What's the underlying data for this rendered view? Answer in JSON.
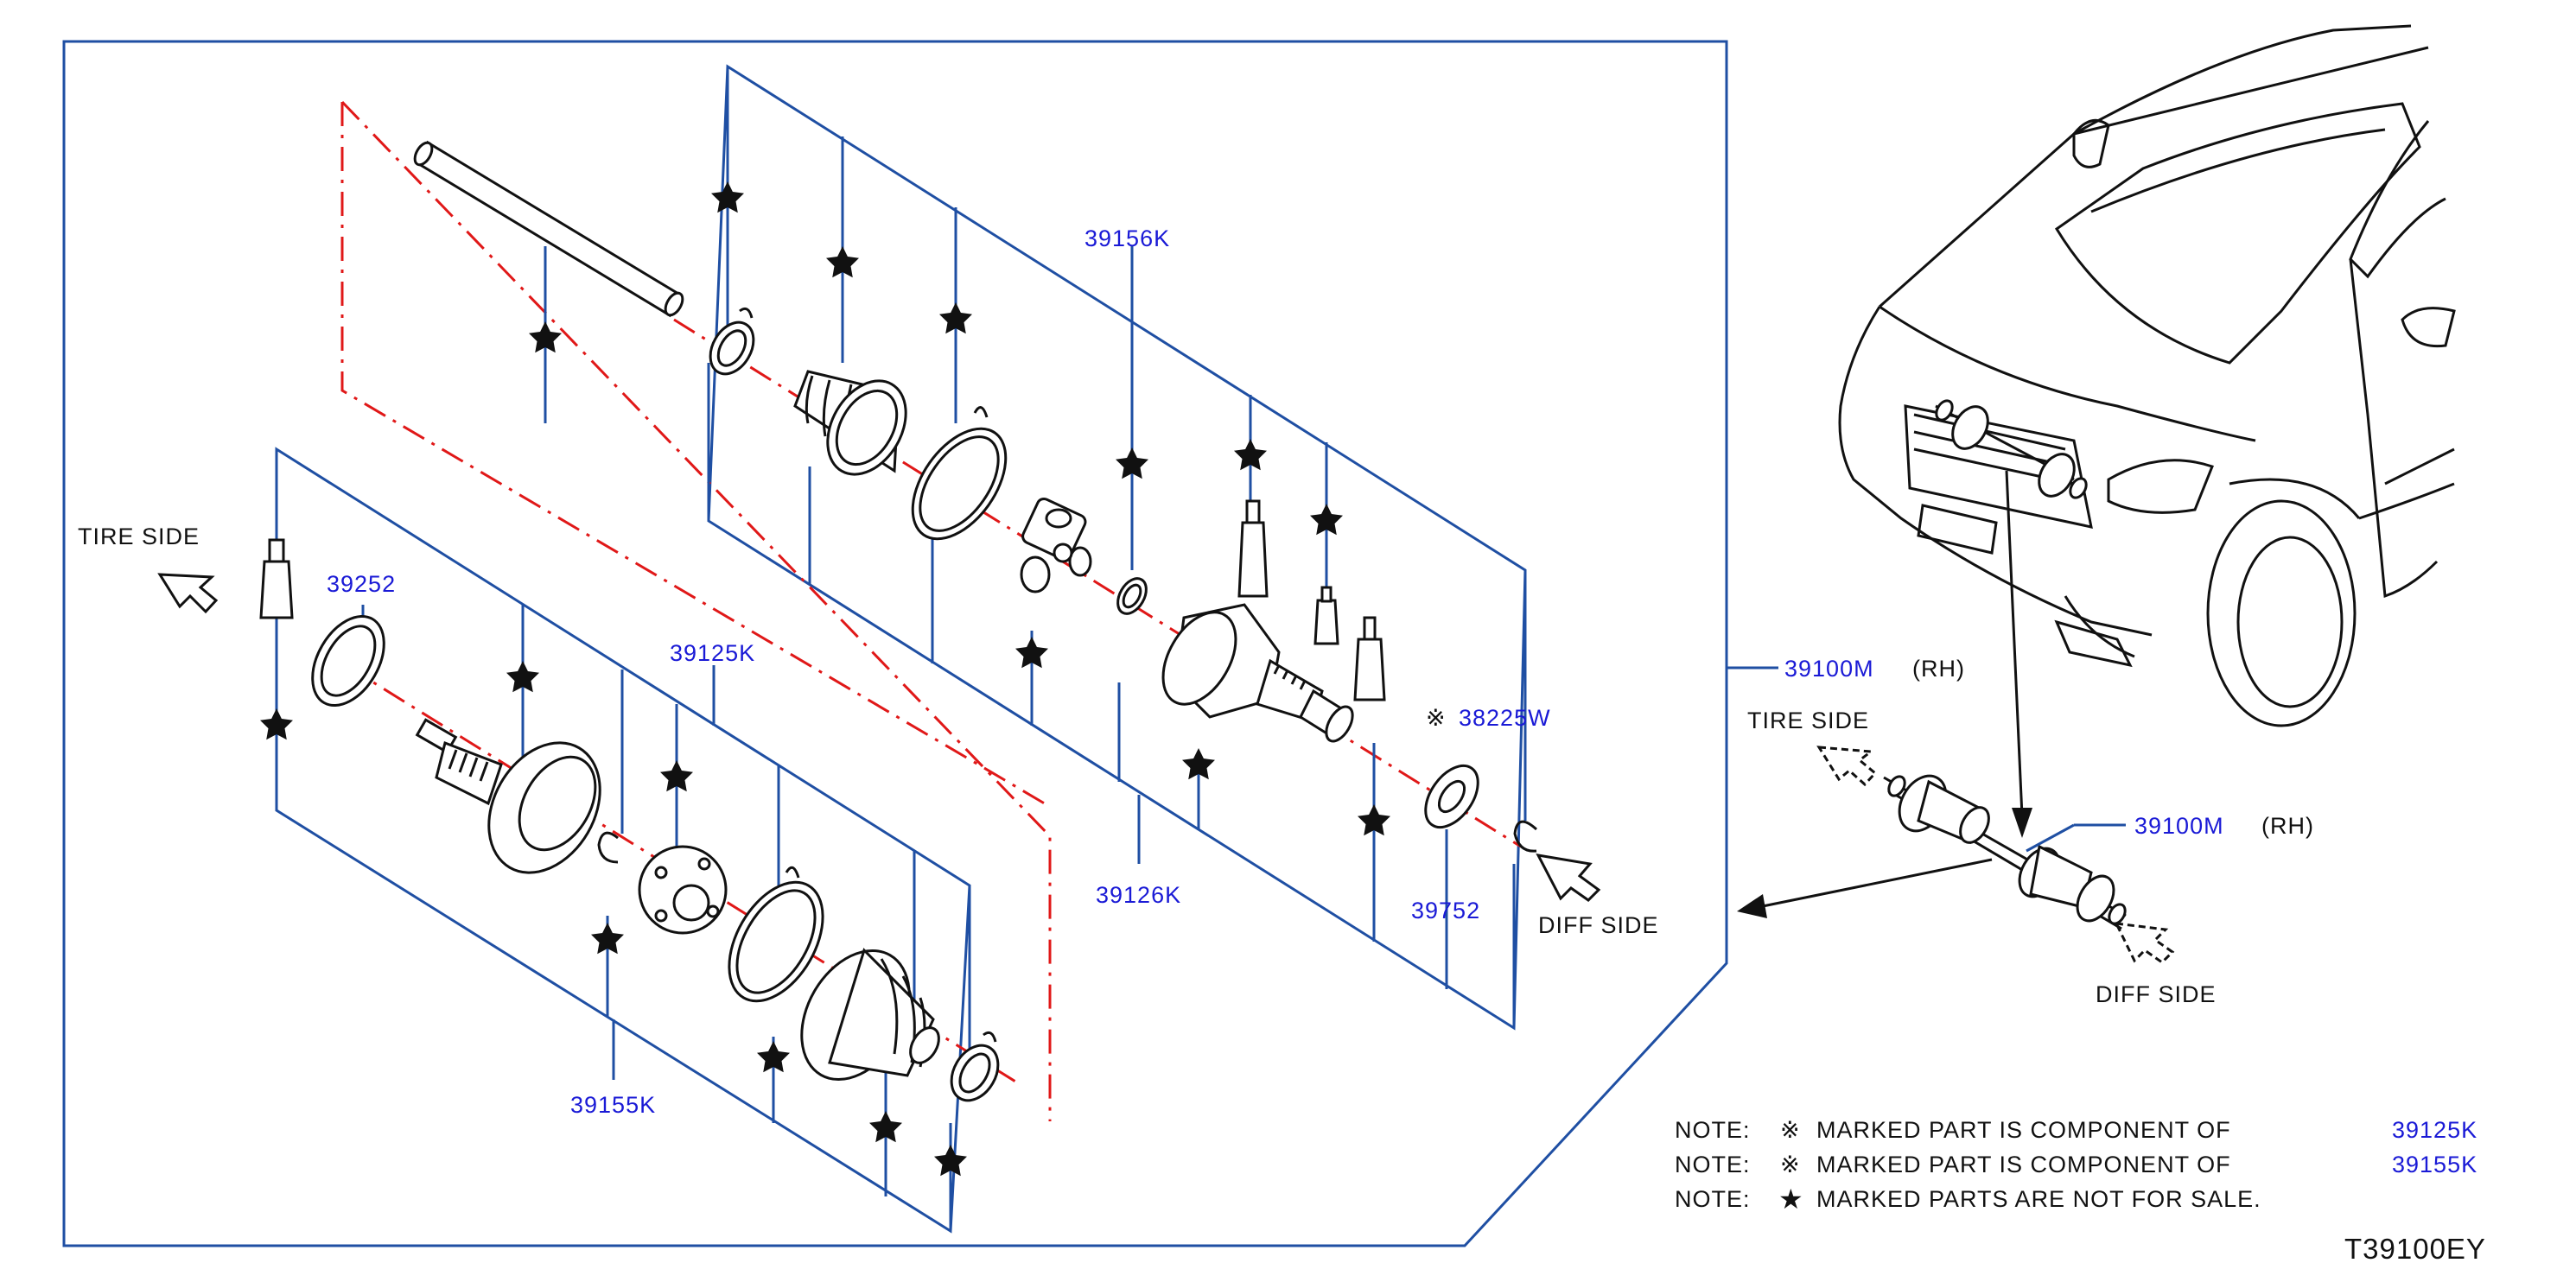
{
  "labels": {
    "tire_side_left": "TIRE   SIDE",
    "diff_side_left": "DIFF   SIDE",
    "tire_side_right": "TIRE   SIDE",
    "diff_side_right": "DIFF   SIDE",
    "p39156k": "39156K",
    "p39252": "39252",
    "p39125k": "39125K",
    "p38225w": "38225W",
    "p39126k": "39126K",
    "p39752": "39752",
    "p39155k": "39155K",
    "p39100m_a": "39100M",
    "rh_a": "(RH)",
    "p39100m_b": "39100M",
    "rh_b": "(RH)"
  },
  "notes": [
    {
      "prefix": "NOTE:",
      "symbol": "※",
      "text": "MARKED   PART   IS   COMPONENT   OF",
      "ref": "39125K"
    },
    {
      "prefix": "NOTE:",
      "symbol": "※",
      "text": "MARKED   PART   IS   COMPONENT   OF",
      "ref": "39155K"
    },
    {
      "prefix": "NOTE:",
      "symbol": "★",
      "text": "MARKED   PARTS   ARE   NOT   FOR   SALE.",
      "ref": ""
    }
  ],
  "diagram_code": "T39100EY",
  "colors": {
    "frame": "#1f4fa3",
    "part_number": "#1a1ad6",
    "axis": "#e01818"
  }
}
